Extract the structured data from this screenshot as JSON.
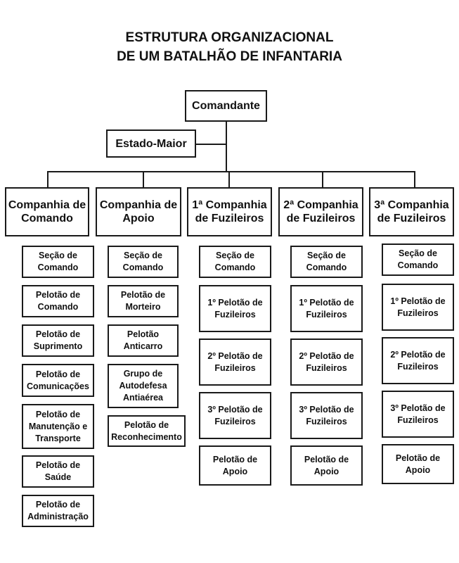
{
  "title": {
    "line1": "ESTRUTURA ORGANIZACIONAL",
    "line2": "DE UM BATALHÃO DE INFANTARIA"
  },
  "comandante": "Comandante",
  "estado_maior": "Estado-Maior",
  "companhias": [
    {
      "name": "Companhia de\nComando",
      "units": [
        "Seção de\nComando",
        "Pelotão de\nComando",
        "Pelotão de\nSuprimento",
        "Pelotão de\nComunicações",
        "Pelotão de\nManutenção e\nTransporte",
        "Pelotão de\nSaúde",
        "Pelotão de\nAdministração"
      ]
    },
    {
      "name": "Companhia de\nApoio",
      "units": [
        "Seção de\nComando",
        "Pelotão de\nMorteiro",
        "Pelotão\nAnticarro",
        "Grupo de\nAutodefesa\nAntiaérea",
        "Pelotão de\nReconhecimento"
      ]
    },
    {
      "name": "1ª Companhia\nde Fuzileiros",
      "units": [
        "Seção de\nComando",
        "1º Pelotão de\nFuzileiros",
        "2º Pelotão de\nFuzileiros",
        "3º Pelotão de\nFuzileiros",
        "Pelotão de\nApoio"
      ]
    },
    {
      "name": "2ª Companhia\nde Fuzileiros",
      "units": [
        "Seção de\nComando",
        "1º Pelotão de\nFuzileiros",
        "2º Pelotão de\nFuzileiros",
        "3º Pelotão de\nFuzileiros",
        "Pelotão de\nApoio"
      ]
    },
    {
      "name": "3ª Companhia\nde Fuzileiros",
      "units": [
        "Seção de\nComando",
        "1º Pelotão de\nFuzileiros",
        "2º Pelotão de\nFuzileiros",
        "3º Pelotão de\nFuzileiros",
        "Pelotão de\nApoio"
      ]
    }
  ]
}
